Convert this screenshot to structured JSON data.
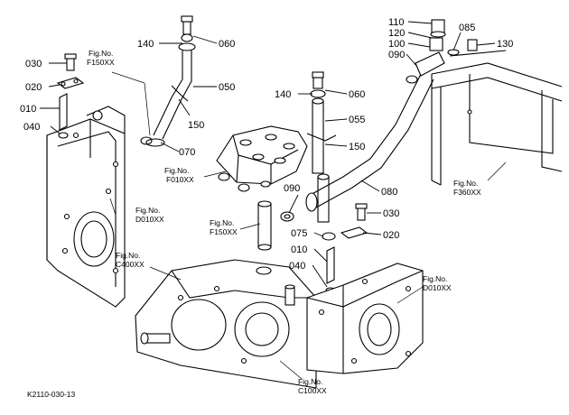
{
  "diagram_code": "K2110-030-13",
  "part_labels": {
    "p110": "110",
    "p120": "120",
    "p100": "100",
    "p090a": "090",
    "p085": "085",
    "p130": "130",
    "p140a": "140",
    "p060a": "060",
    "p050": "050",
    "p150a": "150",
    "p030a": "030",
    "p020a": "020",
    "p010a": "010",
    "p040a": "040",
    "p070": "070",
    "p140b": "140",
    "p060b": "060",
    "p055": "055",
    "p150b": "150",
    "p090b": "090",
    "p080": "080",
    "p030b": "030",
    "p075": "075",
    "p020b": "020",
    "p010b": "010",
    "p040b": "040"
  },
  "fig_refs": {
    "f150a": [
      "Fig.No.",
      "F150XX"
    ],
    "f010": [
      "Fig.No.",
      "F010XX"
    ],
    "d010a": [
      "Fig.No.",
      "D010XX"
    ],
    "f150b": [
      "Fig.No.",
      "F150XX"
    ],
    "c400": [
      "Fig.No.",
      "C400XX"
    ],
    "f360": [
      "Fig.No.",
      "F360XX"
    ],
    "d010b": [
      "Fig.No.",
      "D010XX"
    ],
    "c100": [
      "Fig.No.",
      "C100XX"
    ]
  }
}
